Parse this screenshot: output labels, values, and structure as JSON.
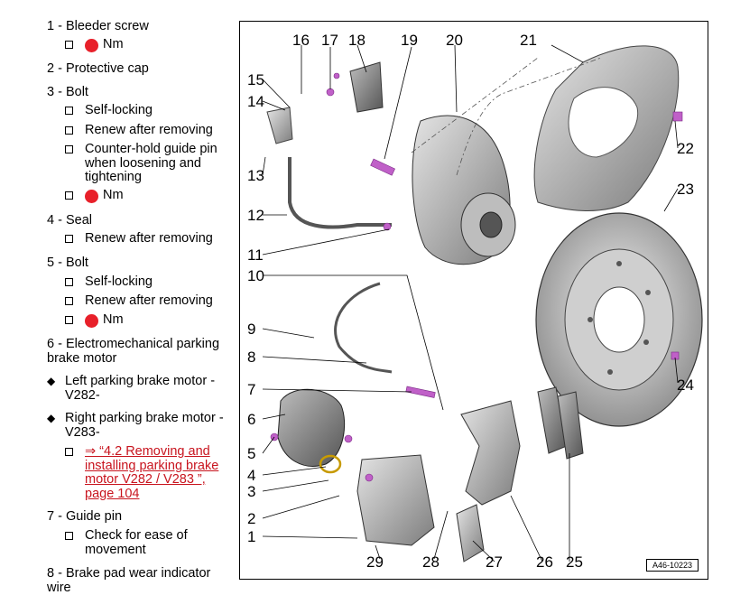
{
  "entries": [
    {
      "num": "1 - ",
      "label": "Bleeder screw",
      "subs": [
        {
          "torque": true,
          "text": "Nm"
        }
      ]
    },
    {
      "num": "2 - ",
      "label": "Protective cap",
      "subs": []
    },
    {
      "num": "3 - ",
      "label": "Bolt",
      "subs": [
        {
          "text": "Self-locking"
        },
        {
          "text": "Renew after removing"
        },
        {
          "text": "Counter-hold guide pin when loosening and tightening"
        },
        {
          "torque": true,
          "text": "Nm"
        }
      ]
    },
    {
      "num": "4 - ",
      "label": "Seal",
      "subs": [
        {
          "text": "Renew after removing"
        }
      ]
    },
    {
      "num": "5 - ",
      "label": "Bolt",
      "subs": [
        {
          "text": "Self-locking"
        },
        {
          "text": "Renew after removing"
        },
        {
          "torque": true,
          "text": "Nm"
        }
      ]
    },
    {
      "num": "6 - ",
      "label": "Electromechanical parking brake motor",
      "subs": []
    },
    {
      "num": "7 - ",
      "label": "Guide pin",
      "subs": [
        {
          "text": "Check for ease of movement"
        }
      ]
    },
    {
      "num": "8 - ",
      "label": "Brake pad wear indicator wire",
      "subs": []
    }
  ],
  "bullets": [
    {
      "text": "Left parking brake motor - V282-"
    },
    {
      "text": "Right parking brake motor - V283-"
    }
  ],
  "link_text": "⇒ “4.2 Removing and installing parking brake motor V282 / V283 ”, page 104",
  "figure": {
    "ref_code": "A46-10223",
    "callouts": [
      "1",
      "2",
      "3",
      "4",
      "5",
      "6",
      "7",
      "8",
      "9",
      "10",
      "11",
      "12",
      "13",
      "14",
      "15",
      "16",
      "17",
      "18",
      "19",
      "20",
      "21",
      "22",
      "23",
      "24",
      "25",
      "26",
      "27",
      "28",
      "29"
    ]
  },
  "colors": {
    "torque_dot": "#e8202a",
    "link": "#c8141e",
    "fastener": "#c060c8"
  }
}
